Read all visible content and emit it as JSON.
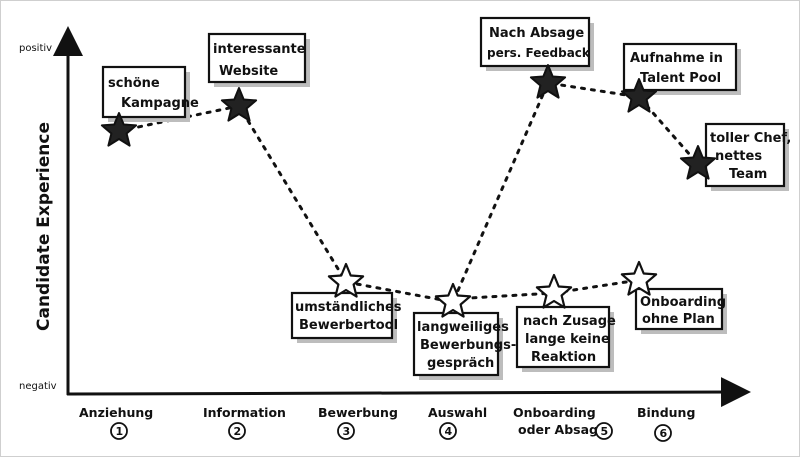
{
  "axes": {
    "y_label": "Candidate Experience",
    "y_top": "positiv",
    "y_bottom": "negativ"
  },
  "categories": [
    {
      "label": "Anziehung",
      "num": "1"
    },
    {
      "label": "Information",
      "num": "2"
    },
    {
      "label": "Bewerbung",
      "num": "3"
    },
    {
      "label": "Auswahl",
      "num": "4"
    },
    {
      "label": "Onboarding oder Absage",
      "num": "5"
    },
    {
      "label": "Bindung",
      "num": "6"
    }
  ],
  "touchpoints": [
    {
      "kind": "positive",
      "lines": [
        "schöne",
        "Kampagne"
      ]
    },
    {
      "kind": "positive",
      "lines": [
        "interessante",
        "Website"
      ]
    },
    {
      "kind": "negative",
      "lines": [
        "umständliches",
        "Bewerbertool"
      ]
    },
    {
      "kind": "negative",
      "lines": [
        "langweiliges",
        "Bewerbungs-",
        "gespräch"
      ]
    },
    {
      "kind": "positive",
      "lines": [
        "Nach Absage",
        "pers. Feedback"
      ]
    },
    {
      "kind": "negative",
      "lines": [
        "nach Zusage",
        "lange keine",
        "Reaktion"
      ]
    },
    {
      "kind": "positive",
      "lines": [
        "Aufnahme in",
        "Talent Pool"
      ]
    },
    {
      "kind": "negative",
      "lines": [
        "Onboarding",
        "ohne Plan"
      ]
    },
    {
      "kind": "positive",
      "lines": [
        "toller Chef,",
        "nettes",
        "Team"
      ]
    }
  ],
  "colors": {
    "ink": "#111111",
    "shadow": "#bdbdbd",
    "background": "#ffffff"
  }
}
